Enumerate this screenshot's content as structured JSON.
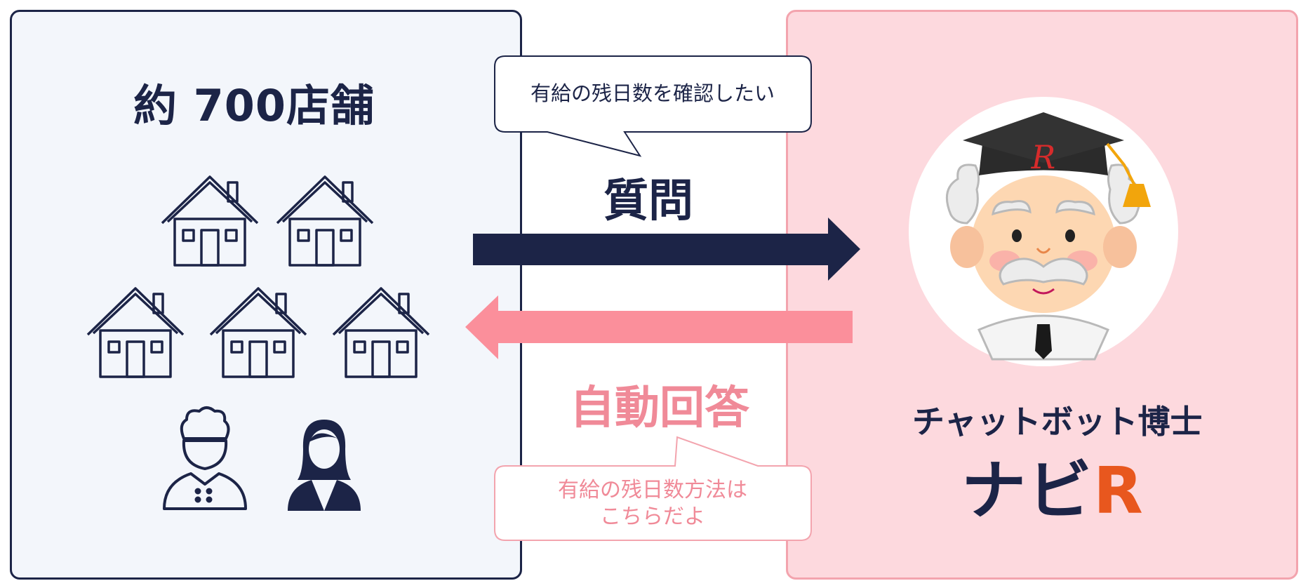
{
  "stores": {
    "title": "約 700店舗"
  },
  "question": {
    "label": "質問",
    "bubble_text": "有給の残日数を確認したい"
  },
  "answer": {
    "label": "自動回答",
    "bubble_line1": "有給の残日数方法は",
    "bubble_line2": "こちらだよ"
  },
  "bot": {
    "subtitle": "チャットボット博士",
    "name_main": "ナビ",
    "name_accent": "R",
    "hat_letter": "R"
  },
  "icons": [
    "house-icon",
    "chef-icon",
    "woman-icon",
    "professor-avatar-icon"
  ],
  "colors": {
    "navy": "#1c2447",
    "pink": "#f08a98",
    "pink_bg": "#fdd9de",
    "light_bg": "#f3f6fb",
    "accent": "#e8571e"
  }
}
